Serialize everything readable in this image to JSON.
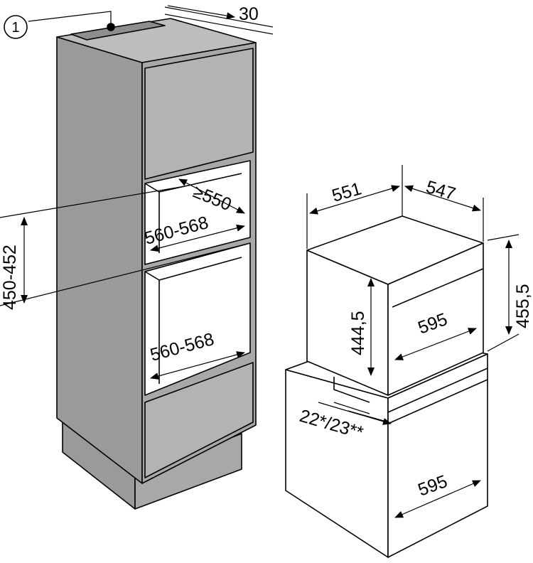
{
  "callout": {
    "number": "1"
  },
  "dimensions": {
    "top_gap": "30",
    "niche_depth": "≥550",
    "upper_niche_width": "560-568",
    "lower_niche_width": "560-568",
    "niche_height": "450-452",
    "appliance_depth_total": "551",
    "appliance_depth_body": "547",
    "appliance_front_height": "455,5",
    "appliance_body_height": "444,5",
    "appliance_width": "595",
    "oven_width": "595",
    "recess_depth": "22*/23**"
  },
  "colors": {
    "cabinet_front": "#a8a8a8",
    "cabinet_side": "#9a9a9a",
    "cabinet_top": "#bdbdbd",
    "niche_interior": "#ffffff",
    "line": "#000000"
  }
}
